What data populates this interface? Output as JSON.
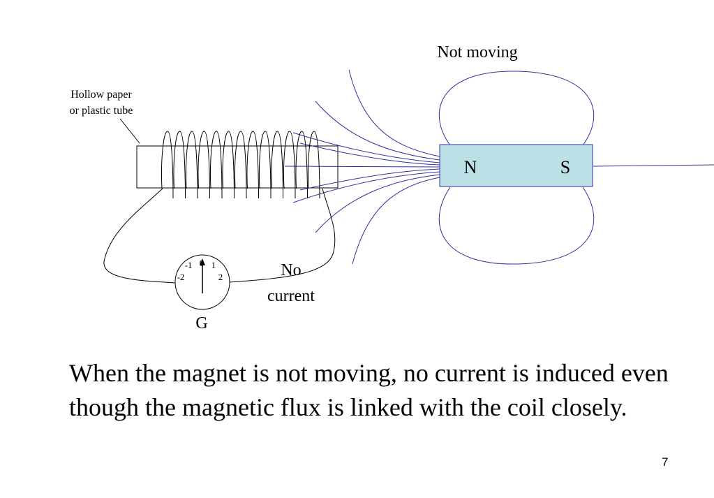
{
  "labels": {
    "state": "Not moving",
    "tube_line1": "Hollow paper",
    "tube_line2": "or plastic tube",
    "north": "N",
    "south": "S",
    "current_line1": "No",
    "current_line2": "current",
    "galvanometer": "G"
  },
  "galvanometer_scale": [
    "-2",
    "-1",
    "0",
    "1",
    "2"
  ],
  "galvanometer_reading": 0,
  "caption": "When the magnet is not moving, no current is induced even though the magnetic flux is linked with the coil closely.",
  "page_number": "7",
  "colors": {
    "magnet_fill": "#bde0e6",
    "field_lines": "#3030a0",
    "wire": "#000000"
  }
}
